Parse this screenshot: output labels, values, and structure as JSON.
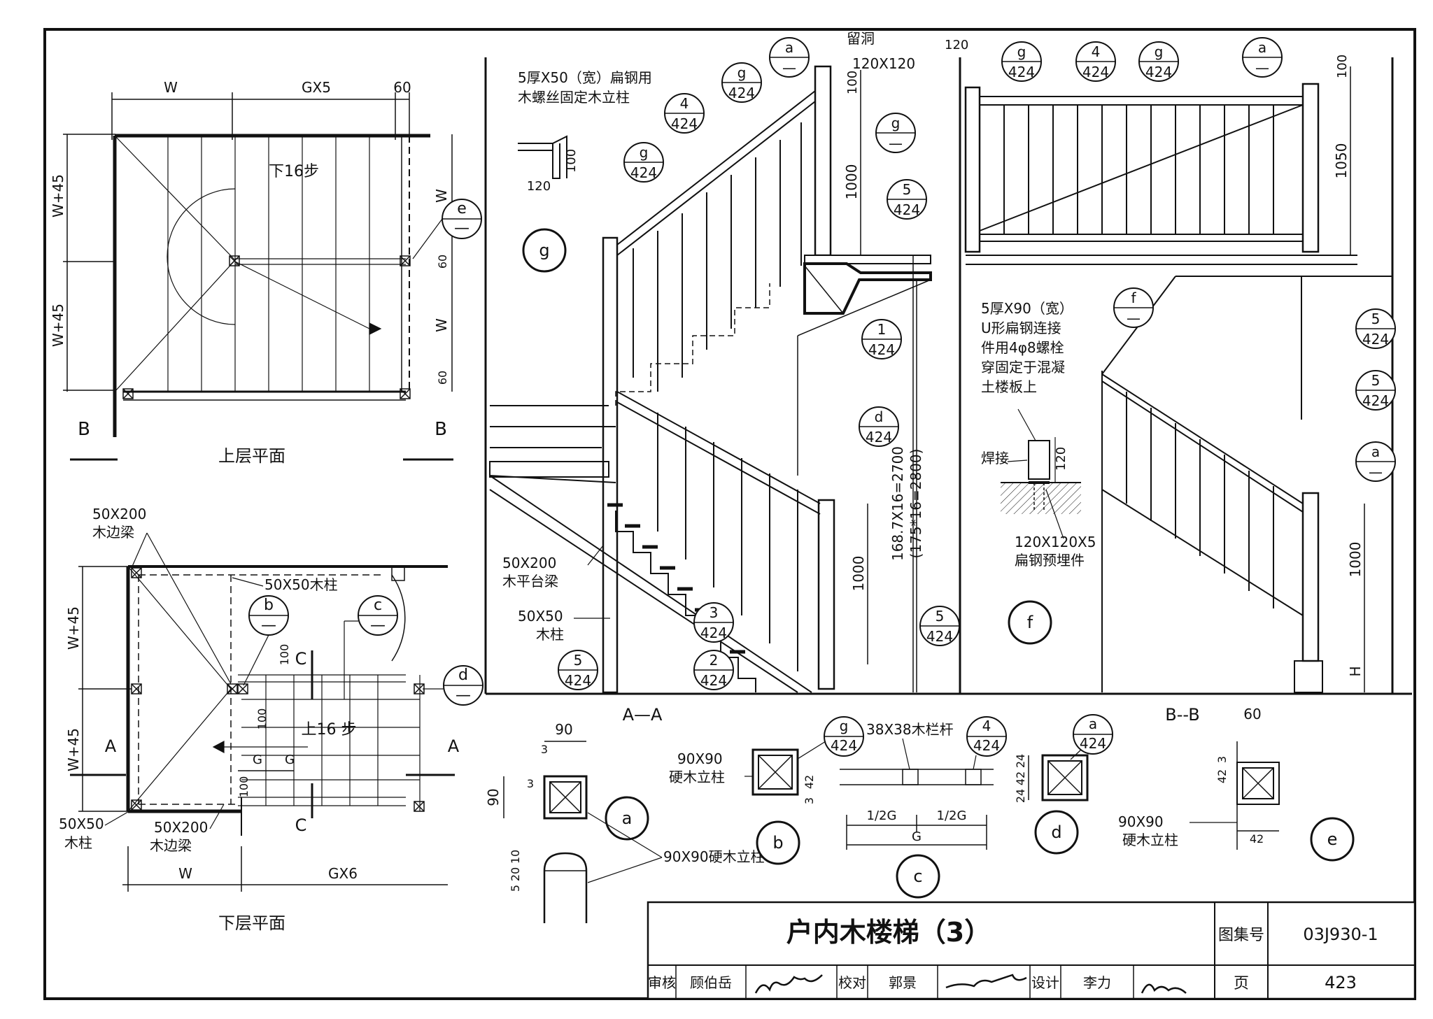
{
  "title_block": {
    "title": "户内木楼梯（3）",
    "atlas_label": "图集号",
    "atlas_no": "03J930-1",
    "page_label": "页",
    "page_no": "423",
    "review_label": "审核",
    "reviewer": "顾伯岳",
    "check_label": "校对",
    "checker": "郭景",
    "design_label": "设计",
    "designer": "李力"
  },
  "upper_plan": {
    "caption": "上层平面",
    "dims": [
      "W",
      "GX5",
      "60",
      "W+45",
      "W+45",
      "W",
      "W",
      "60",
      "60"
    ],
    "down_label": "下16步",
    "section_mark": "B",
    "ref_e": "e"
  },
  "lower_plan": {
    "caption": "下层平面",
    "beam_top": [
      "50X200",
      "木边梁"
    ],
    "post_note": "50X50木柱",
    "post_left": [
      "50X50",
      "木柱"
    ],
    "beam_bottom": [
      "50X200",
      "木边梁"
    ],
    "up_label": "上16 步",
    "dims": [
      "W+45",
      "W+45",
      "W",
      "GX6",
      "G",
      "G",
      "100",
      "100",
      "100"
    ],
    "section_A": "A",
    "section_C": "C",
    "refs": [
      "b",
      "c",
      "d"
    ]
  },
  "section_aa": {
    "label": "A—A",
    "steel_note": [
      "5厚X50（宽）扁钢用",
      "木螺丝固定木立柱"
    ],
    "detail_dims": [
      "100",
      "120"
    ],
    "detail_label": "g",
    "landing_beam": [
      "50X200",
      "木平台梁"
    ],
    "post": [
      "50X50",
      "木柱"
    ],
    "hole_note": [
      "留洞",
      "120X120"
    ],
    "dims": [
      "100",
      "1000",
      "1000",
      "168.7X16=2700",
      "(175*16=2800)",
      "120"
    ],
    "bubbles": [
      {
        "t": "a",
        "b": "—"
      },
      {
        "t": "g",
        "b": "424"
      },
      {
        "t": "4",
        "b": "424"
      },
      {
        "t": "g",
        "b": "424"
      },
      {
        "t": "g",
        "b": "—"
      },
      {
        "t": "5",
        "b": "424"
      },
      {
        "t": "1",
        "b": "424"
      },
      {
        "t": "d",
        "b": "424"
      },
      {
        "t": "3",
        "b": "424"
      },
      {
        "t": "2",
        "b": "424"
      },
      {
        "t": "5",
        "b": "424"
      },
      {
        "t": "5",
        "b": "424"
      }
    ]
  },
  "section_bb": {
    "label": "B--B",
    "u_note": [
      "5厚X90（宽）",
      "U形扁钢连接",
      "件用4φ8螺栓",
      "穿固定于混凝",
      "土楼板上"
    ],
    "weld": "焊接",
    "embed": [
      "120X120X5",
      "扁钢预埋件"
    ],
    "dim_120": "120",
    "detail_label": "f",
    "dims": [
      "100",
      "1050",
      "1000",
      "H"
    ],
    "bubbles": [
      {
        "t": "g",
        "b": "424"
      },
      {
        "t": "4",
        "b": "424"
      },
      {
        "t": "g",
        "b": "424"
      },
      {
        "t": "a",
        "b": "—"
      },
      {
        "t": "f",
        "b": "—"
      },
      {
        "t": "5",
        "b": "424"
      },
      {
        "t": "5",
        "b": "424"
      },
      {
        "t": "a",
        "b": "—"
      }
    ]
  },
  "details": {
    "a": {
      "label": "a",
      "dims": [
        "90",
        "3",
        "3",
        "90",
        "10",
        "20",
        "5"
      ],
      "note": "90X90硬木立柱"
    },
    "b": {
      "label": "b",
      "note": [
        "90X90",
        "硬木立柱"
      ],
      "bubble": {
        "t": "g",
        "b": "424"
      },
      "dims": [
        "3",
        "42"
      ]
    },
    "c": {
      "label": "c",
      "note": "38X38木栏杆",
      "bubble": {
        "t": "4",
        "b": "424"
      },
      "dims": [
        "1/2G",
        "1/2G",
        "G"
      ]
    },
    "d": {
      "label": "d",
      "bubble": {
        "t": "a",
        "b": "424"
      },
      "dims": [
        "24",
        "42",
        "24"
      ]
    },
    "e": {
      "label": "e",
      "note": [
        "90X90",
        "硬木立柱"
      ],
      "dims": [
        "60",
        "42",
        "3",
        "42"
      ]
    }
  }
}
